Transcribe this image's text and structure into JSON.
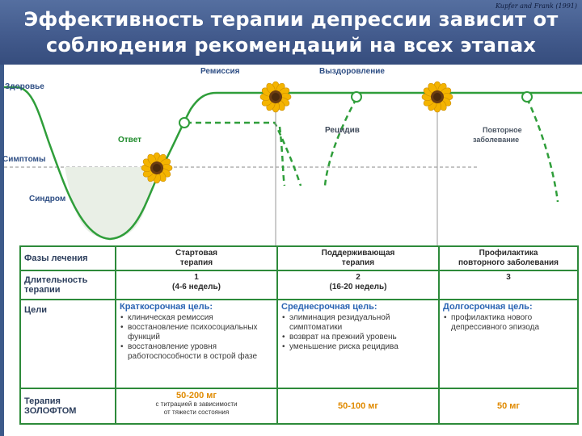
{
  "header": {
    "title_line1": "Эффективность терапии депрессии зависит от",
    "title_line2": "соблюдения рекомендаций на всех этапах",
    "source": "Kupfer and Frank (1991)"
  },
  "diagram": {
    "state_healthy": "Здоровье",
    "state_symptoms": "Симптомы",
    "state_syndrome": "Синдром",
    "response": "Ответ",
    "remission": "Ремиссия",
    "recovery": "Выздоровление",
    "relapse": "Рецидив",
    "recurrence_line1": "Повторное",
    "recurrence_line2": "заболевание",
    "colors": {
      "curve": "#2f9e3a",
      "syndrome_fill": "#e9efe6",
      "label_blue": "#2e4e84",
      "response_green": "#1d8a2a"
    },
    "icons": [
      "sunflower-icon",
      "circle-marker-icon"
    ]
  },
  "table": {
    "phases_label": "Фазы лечения",
    "phase1_line1": "Стартовая",
    "phase1_line2": "терапия",
    "phase2_line1": "Поддерживающая",
    "phase2_line2": "терапия",
    "phase3_line1": "Профилактика",
    "phase3_line2": "повторного заболевания",
    "duration_label_line1": "Длительность",
    "duration_label_line2": "терапии",
    "d1_num": "1",
    "d1_text": "(4-6 недель)",
    "d2_num": "2",
    "d2_text": "(16-20 недель)",
    "d3_num": "3",
    "goals_label": "Цели",
    "goal1_title": "Краткосрочная цель:",
    "goal1_items": [
      "клиническая ремиссия",
      "восстановление психосоциальных функций",
      "восстановление уровня работоспособности в острой фазе"
    ],
    "goal2_title": "Среднесрочная цель:",
    "goal2_items": [
      "элиминация резидуальной симптоматики",
      "возврат на прежний уровень",
      "уменьшение риска рецидива"
    ],
    "goal3_title": "Долгосрочная цель:",
    "goal3_items": [
      "профилактика нового депрессивного эпизода"
    ],
    "therapy_label_line1": "Терапия",
    "therapy_label_line2": "ЗОЛОФТОМ",
    "dose1": "50-200 мг",
    "dose1_note_line1": "с титрацией в зависимости",
    "dose1_note_line2": "от тяжести состояния",
    "dose2": "50-100 мг",
    "dose3": "50 мг"
  }
}
